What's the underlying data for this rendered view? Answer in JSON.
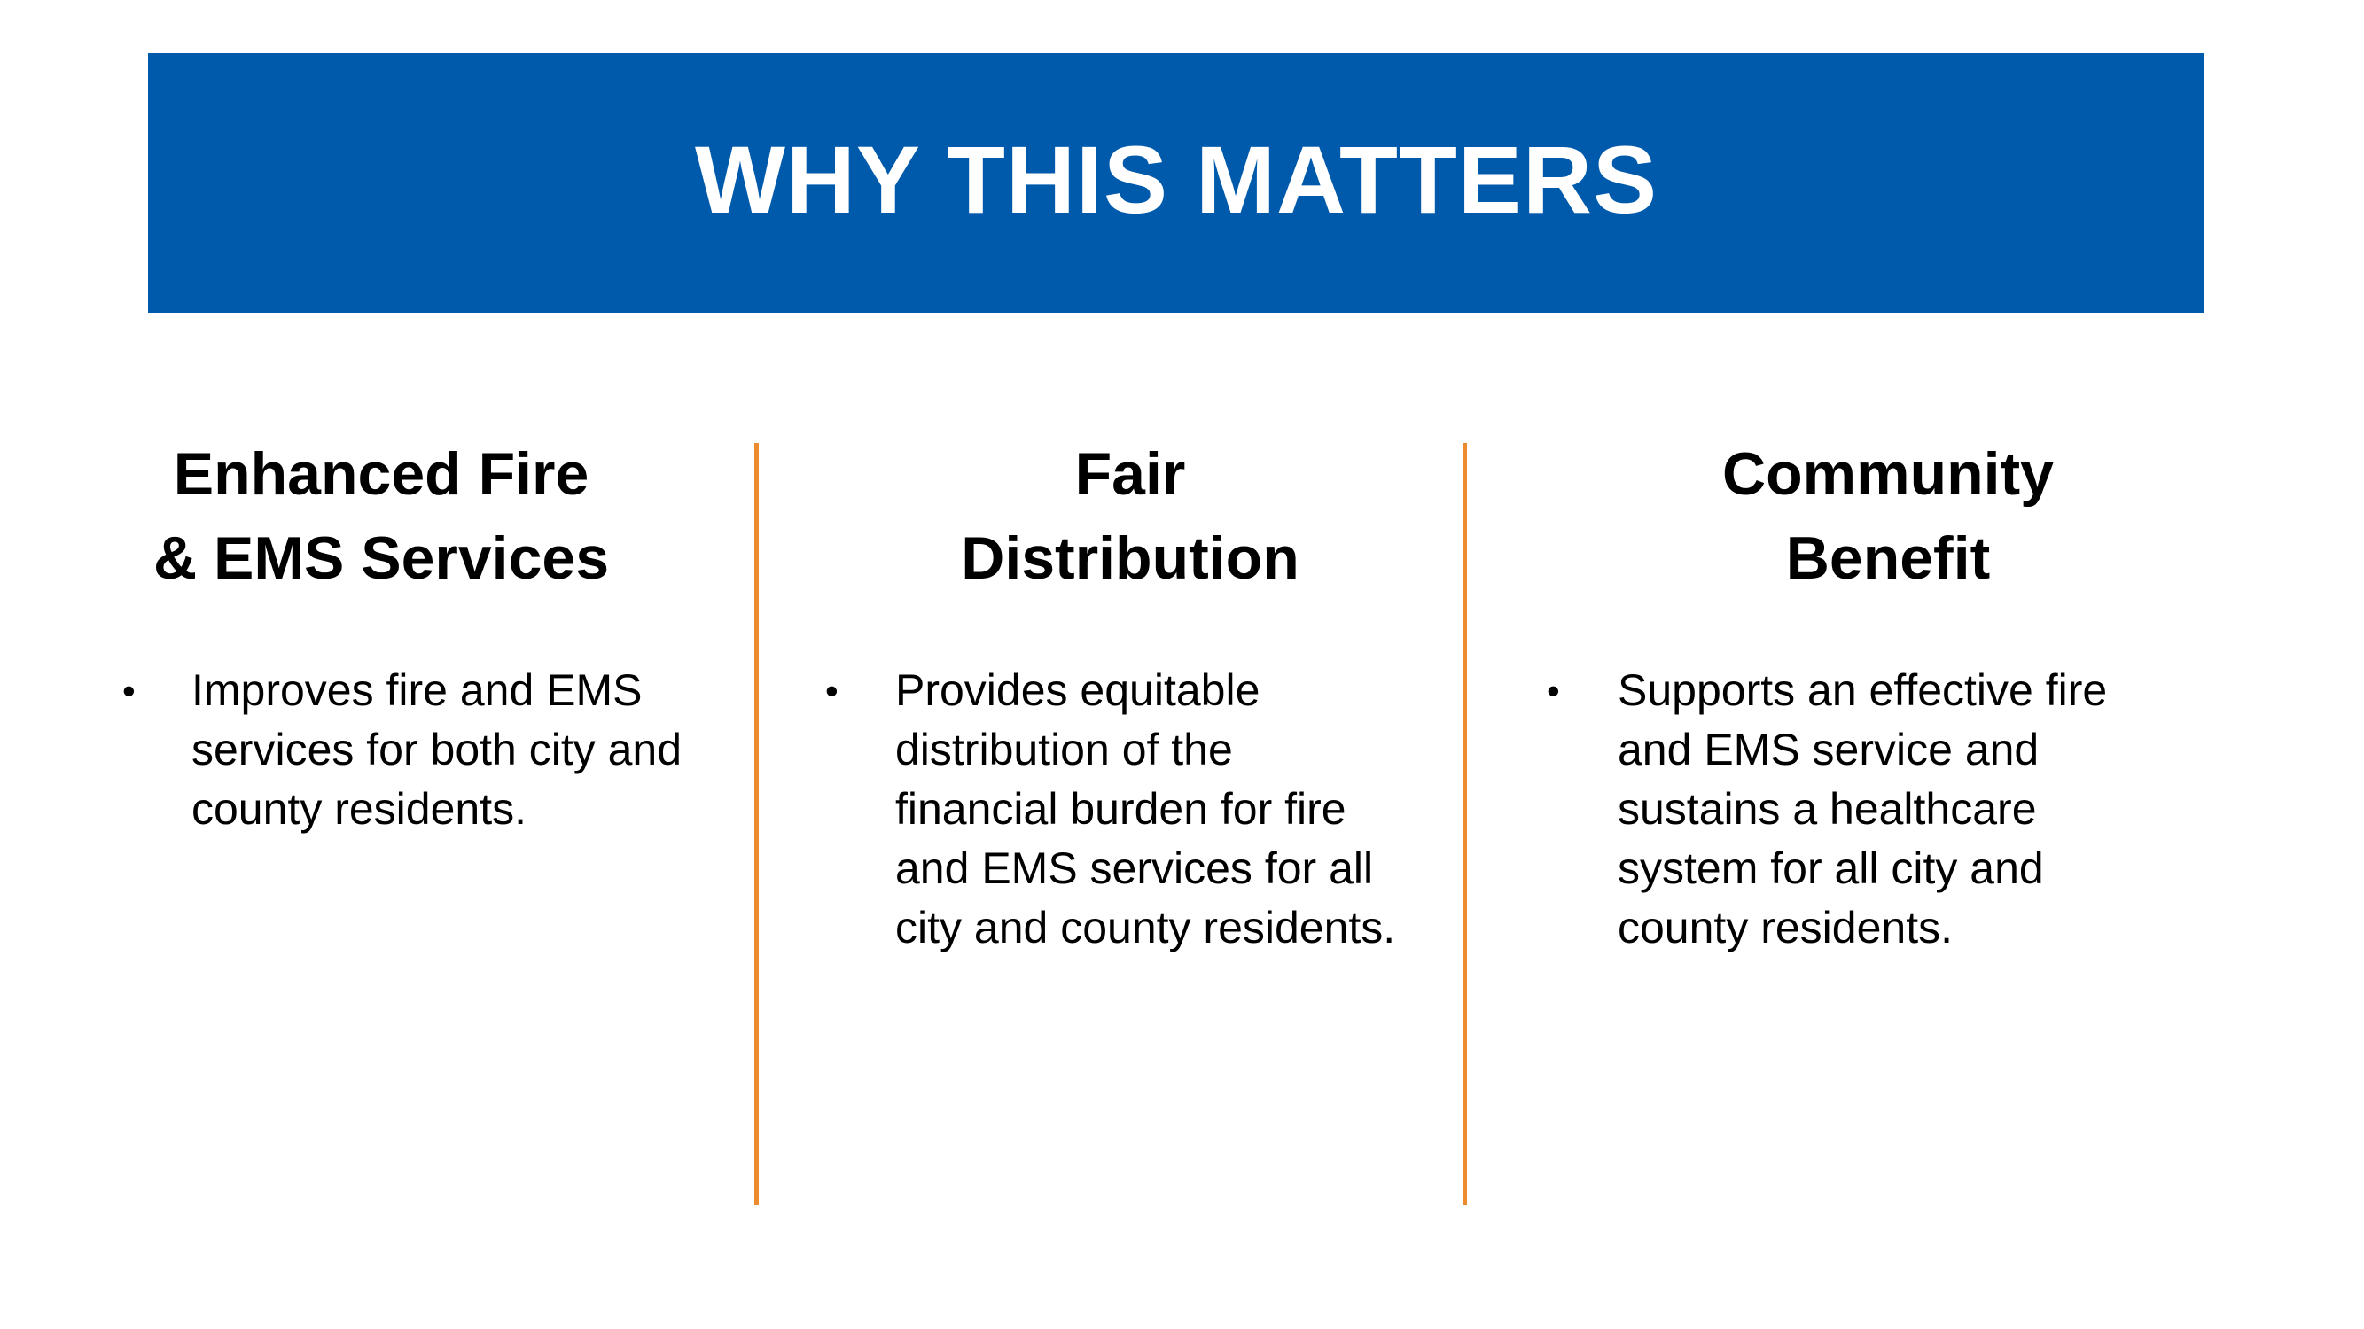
{
  "banner": {
    "title": "WHY THIS MATTERS",
    "background_color": "#005aab",
    "text_color": "#ffffff"
  },
  "divider_color": "#ed8b2f",
  "columns": [
    {
      "heading_lines": [
        "Enhanced Fire",
        "& EMS Services"
      ],
      "bullet_symbol": "•",
      "bullet_lines": [
        "Improves fire and EMS",
        "services for both city and",
        "county residents."
      ]
    },
    {
      "heading_lines": [
        "Fair",
        "Distribution"
      ],
      "bullet_symbol": "•",
      "bullet_lines": [
        "Provides equitable",
        "distribution of the",
        "financial burden for fire",
        "and EMS services for all",
        "city and county residents."
      ]
    },
    {
      "heading_lines": [
        "Community",
        "Benefit"
      ],
      "bullet_symbol": "•",
      "bullet_lines": [
        "Supports an effective fire",
        "and EMS service and",
        "sustains a healthcare",
        "system for all city and",
        "county residents."
      ]
    }
  ]
}
